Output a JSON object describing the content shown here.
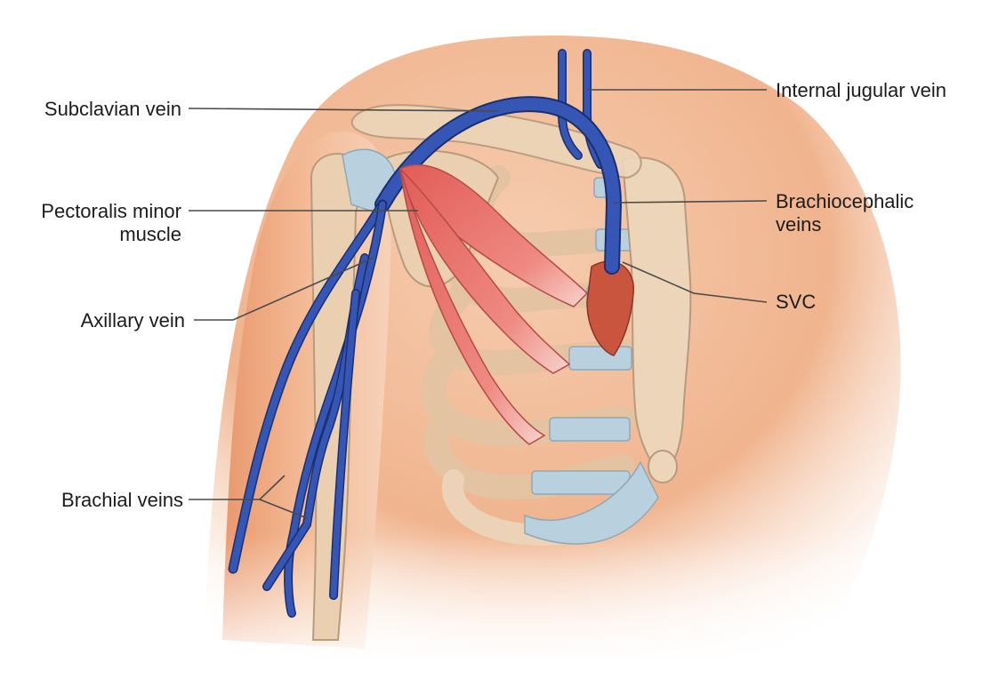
{
  "labels": {
    "subclavian_vein": "Subclavian vein",
    "pectoralis_minor_line1": "Pectoralis minor",
    "pectoralis_minor_line2": "muscle",
    "axillary_vein": "Axillary vein",
    "brachial_veins": "Brachial veins",
    "internal_jugular_vein": "Internal jugular vein",
    "brachiocephalic_line1": "Brachiocephalic",
    "brachiocephalic_line2": "veins",
    "svc": "SVC"
  },
  "colors": {
    "skin": "#f1bc98",
    "skin_shadow": "#e89c73",
    "bone": "#e9cfaf",
    "bone_outline": "#b79778",
    "cartilage": "#b8cfdc",
    "vein": "#2f52b0",
    "vein_outline": "#1a2f6e",
    "muscle": "#e86a66",
    "muscle_light": "#f3a39a",
    "heart": "#c8513d",
    "leader_line": "#4a4a4a"
  }
}
